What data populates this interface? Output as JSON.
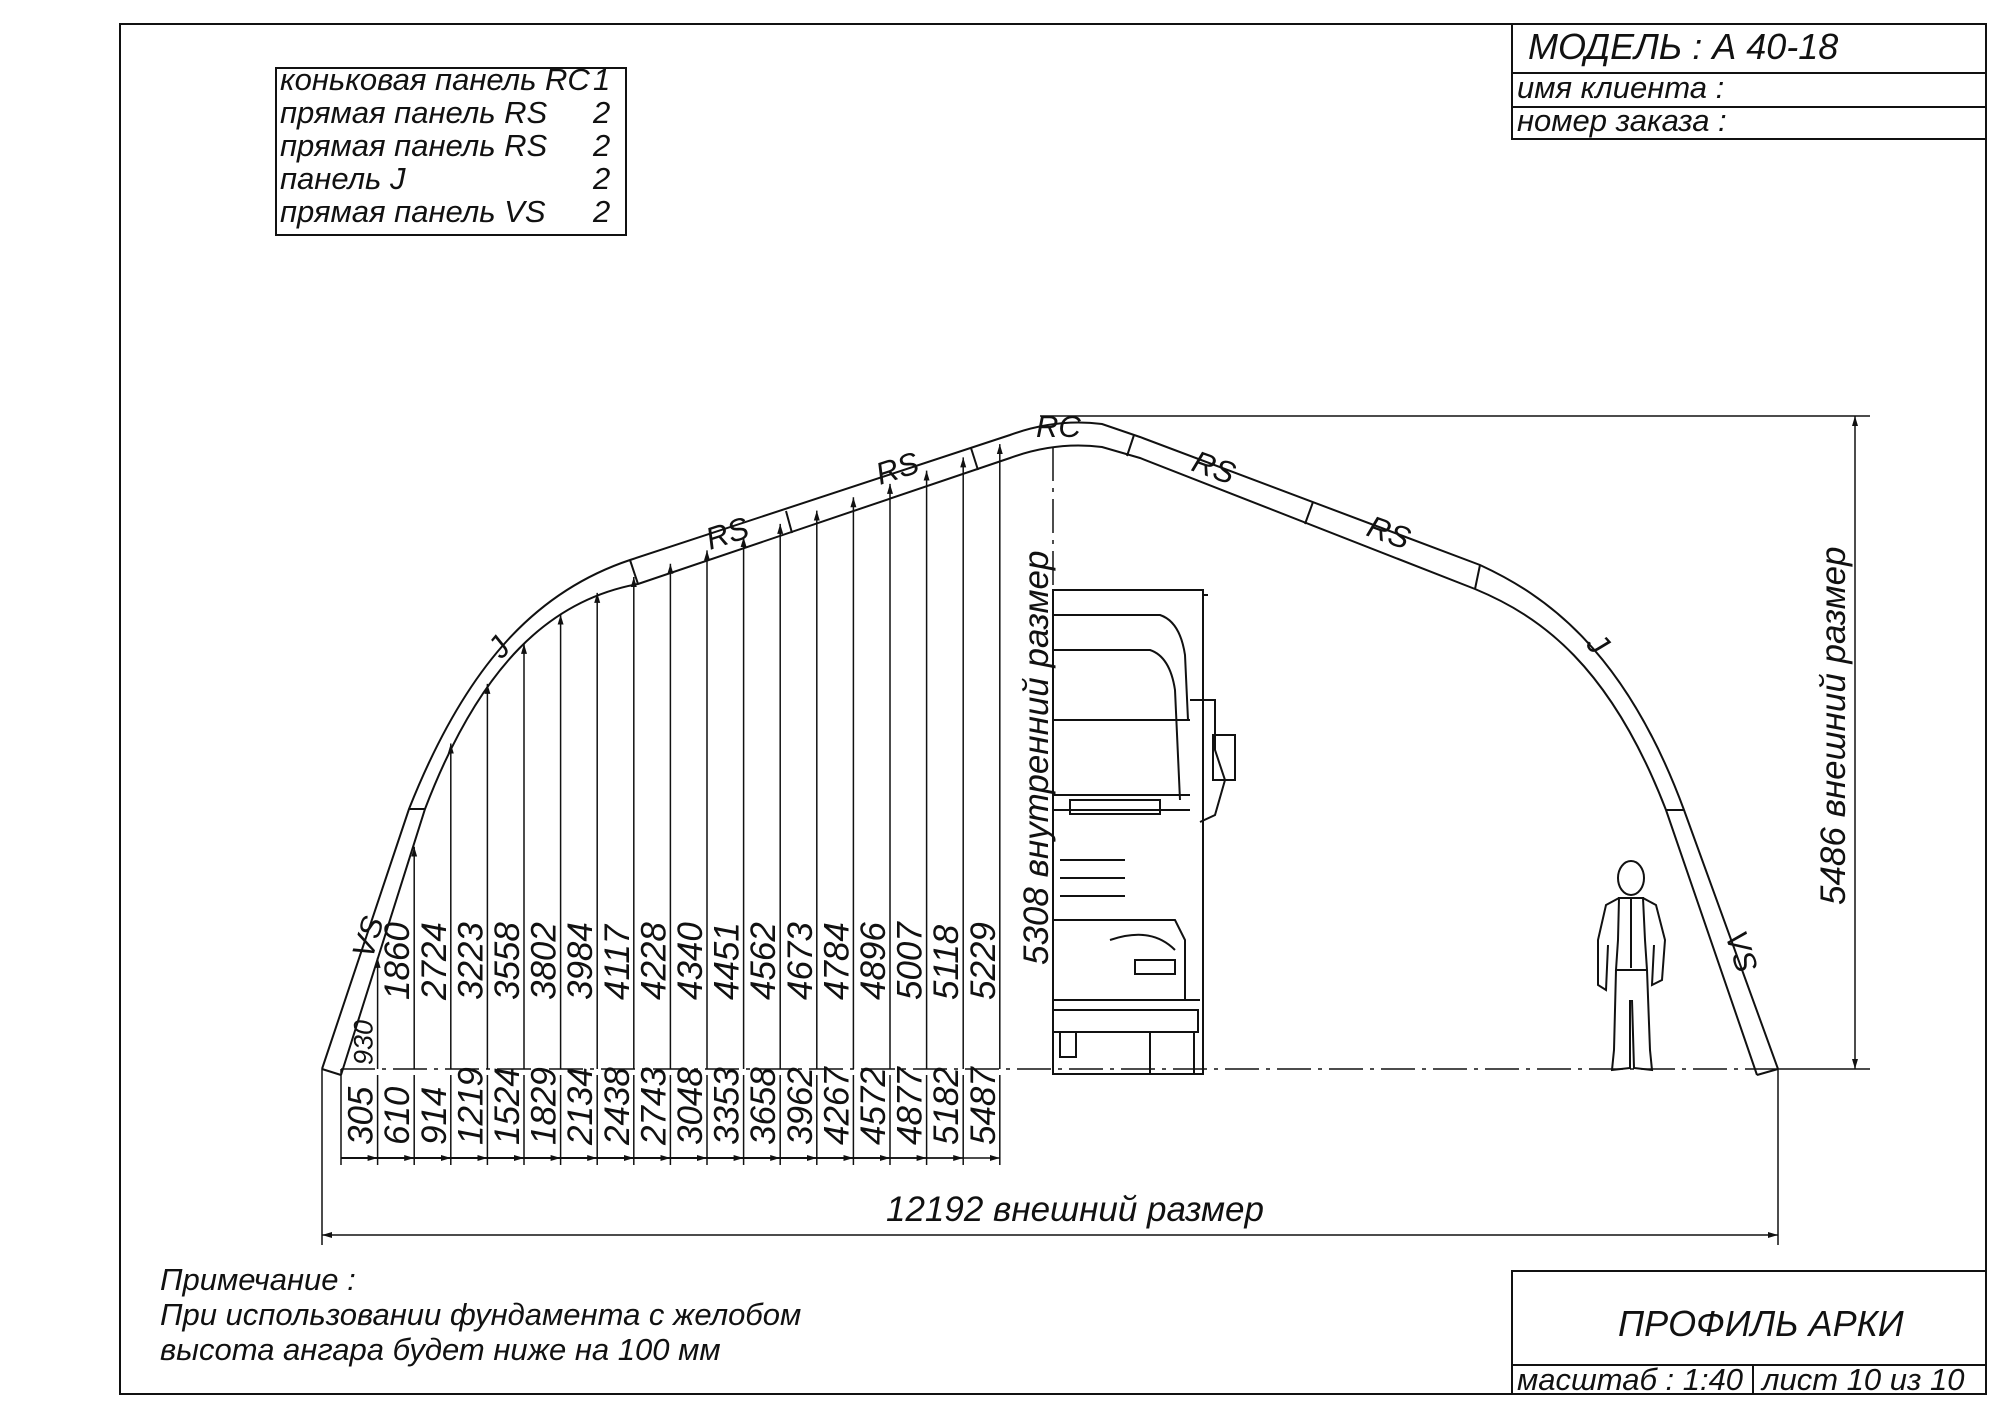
{
  "title_block": {
    "model": "МОДЕЛЬ : А 40-18",
    "client_label": "имя клиента :",
    "order_label": "номер заказа :",
    "drawing_title": "ПРОФИЛЬ АРКИ",
    "scale": "масштаб : 1:40",
    "sheet": "лист  10  из  10"
  },
  "parts_list": [
    {
      "name": "коньковая панель  RC",
      "qty": "1"
    },
    {
      "name": "прямая панель  RS",
      "qty": "2"
    },
    {
      "name": "прямая панель  RS",
      "qty": "2"
    },
    {
      "name": "панель  J",
      "qty": "2"
    },
    {
      "name": "прямая панель  VS",
      "qty": "2"
    }
  ],
  "panel_labels": {
    "ridge": "RC",
    "left": [
      "VS",
      "J",
      "RS",
      "RS"
    ],
    "right": [
      "RS",
      "RS",
      "J",
      "VS"
    ]
  },
  "heights": [
    "930",
    "1860",
    "2724",
    "3223",
    "3558",
    "3802",
    "3984",
    "4117",
    "4228",
    "4340",
    "4451",
    "4562",
    "4673",
    "4784",
    "4896",
    "5007",
    "5118",
    "5229"
  ],
  "offsets": [
    "305",
    "610",
    "914",
    "1219",
    "1524",
    "1829",
    "2134",
    "2438",
    "2743",
    "3048",
    "3353",
    "3658",
    "3962",
    "4267",
    "4572",
    "4877",
    "5182",
    "5487"
  ],
  "dimensions": {
    "outer_width": "12192  внешний размер",
    "inner_height": "5308  внутренний размер",
    "outer_height": "5486  внешний размер"
  },
  "note": {
    "heading": "Примечание :",
    "line1": "При использовании фундамента с желобом",
    "line2": "высота ангара будет ниже на  100  мм"
  },
  "colors": {
    "ink": "#111111",
    "paper": "#ffffff"
  }
}
